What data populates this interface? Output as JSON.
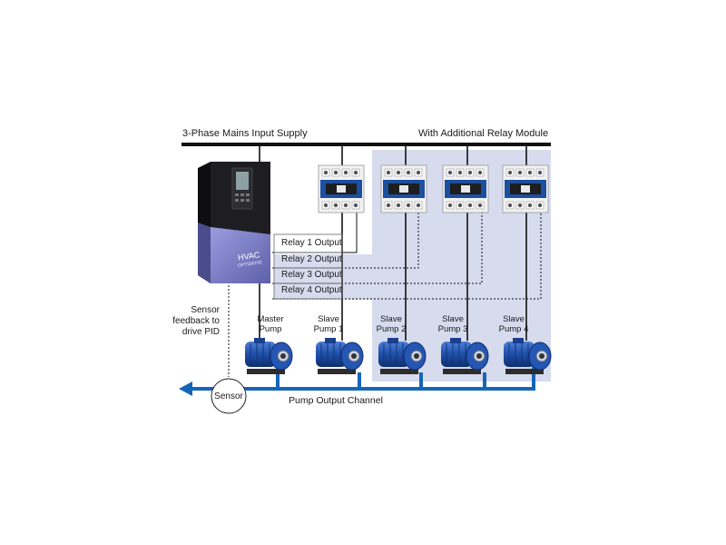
{
  "header": {
    "supply_label": "3-Phase Mains Input Supply",
    "module_label": "With Additional Relay Module"
  },
  "drive": {
    "brand_line1": "HVAC",
    "brand_line2": "OPTIDRIVE"
  },
  "relays": {
    "outputs": [
      "Relay 1 Output",
      "Relay 2 Output",
      "Relay 3 Output",
      "Relay 4 Output"
    ]
  },
  "sensor": {
    "feedback_line1": "Sensor",
    "feedback_line2": "feedback to",
    "feedback_line3": "drive PID",
    "node_label": "Sensor"
  },
  "pumps": [
    {
      "line1": "Master",
      "line2": "Pump"
    },
    {
      "line1": "Slave",
      "line2": "Pump 1"
    },
    {
      "line1": "Slave",
      "line2": "Pump 2"
    },
    {
      "line1": "Slave",
      "line2": "Pump 3"
    },
    {
      "line1": "Slave",
      "line2": "Pump 4"
    }
  ],
  "channel": {
    "label": "Pump Output Channel"
  },
  "colors": {
    "module_bg": "#d6dbee",
    "pipe": "#1565b8",
    "drive_body": "#1e1e22",
    "drive_accent": "#7d7fc4",
    "contactor_body": "#f2f2f2",
    "contactor_blue": "#1b4fa0",
    "pump_blue": "#1f4ea8",
    "wire": "#111111"
  }
}
